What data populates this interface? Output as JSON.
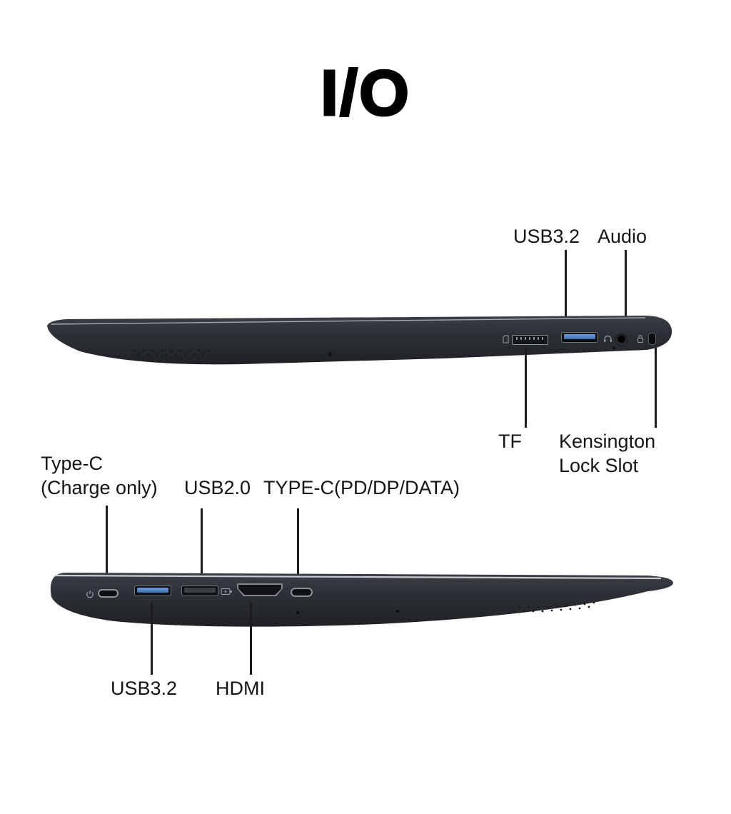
{
  "page": {
    "title": "I/O"
  },
  "colors": {
    "background": "#ffffff",
    "laptop_body": "#2b2e34",
    "lid_highlight": "#d9dcdf",
    "usb3_blue": "#4d82c4",
    "port_outline": "#8d9298",
    "callout_line": "#1c1c1c",
    "text": "#141414"
  },
  "top_view": {
    "labels_above": {
      "usb32": "USB3.2",
      "audio": "Audio"
    },
    "labels_below": {
      "tf": "TF",
      "kensington_line1": "Kensington",
      "kensington_line2": "Lock Slot"
    },
    "icons": {
      "sd_card": "micro-sd-card-icon",
      "headphone": "headphone-icon",
      "lock": "lock-icon"
    }
  },
  "bottom_view": {
    "labels_above": {
      "typec_line1": "Type-C",
      "typec_line2": "(Charge only)",
      "usb20": "USB2.0",
      "typec_pd": "TYPE-C(PD/DP/DATA)"
    },
    "labels_below": {
      "usb32": "USB3.2",
      "hdmi": "HDMI"
    },
    "icons": {
      "power": "power-icon",
      "battery": "battery-charge-icon"
    }
  }
}
